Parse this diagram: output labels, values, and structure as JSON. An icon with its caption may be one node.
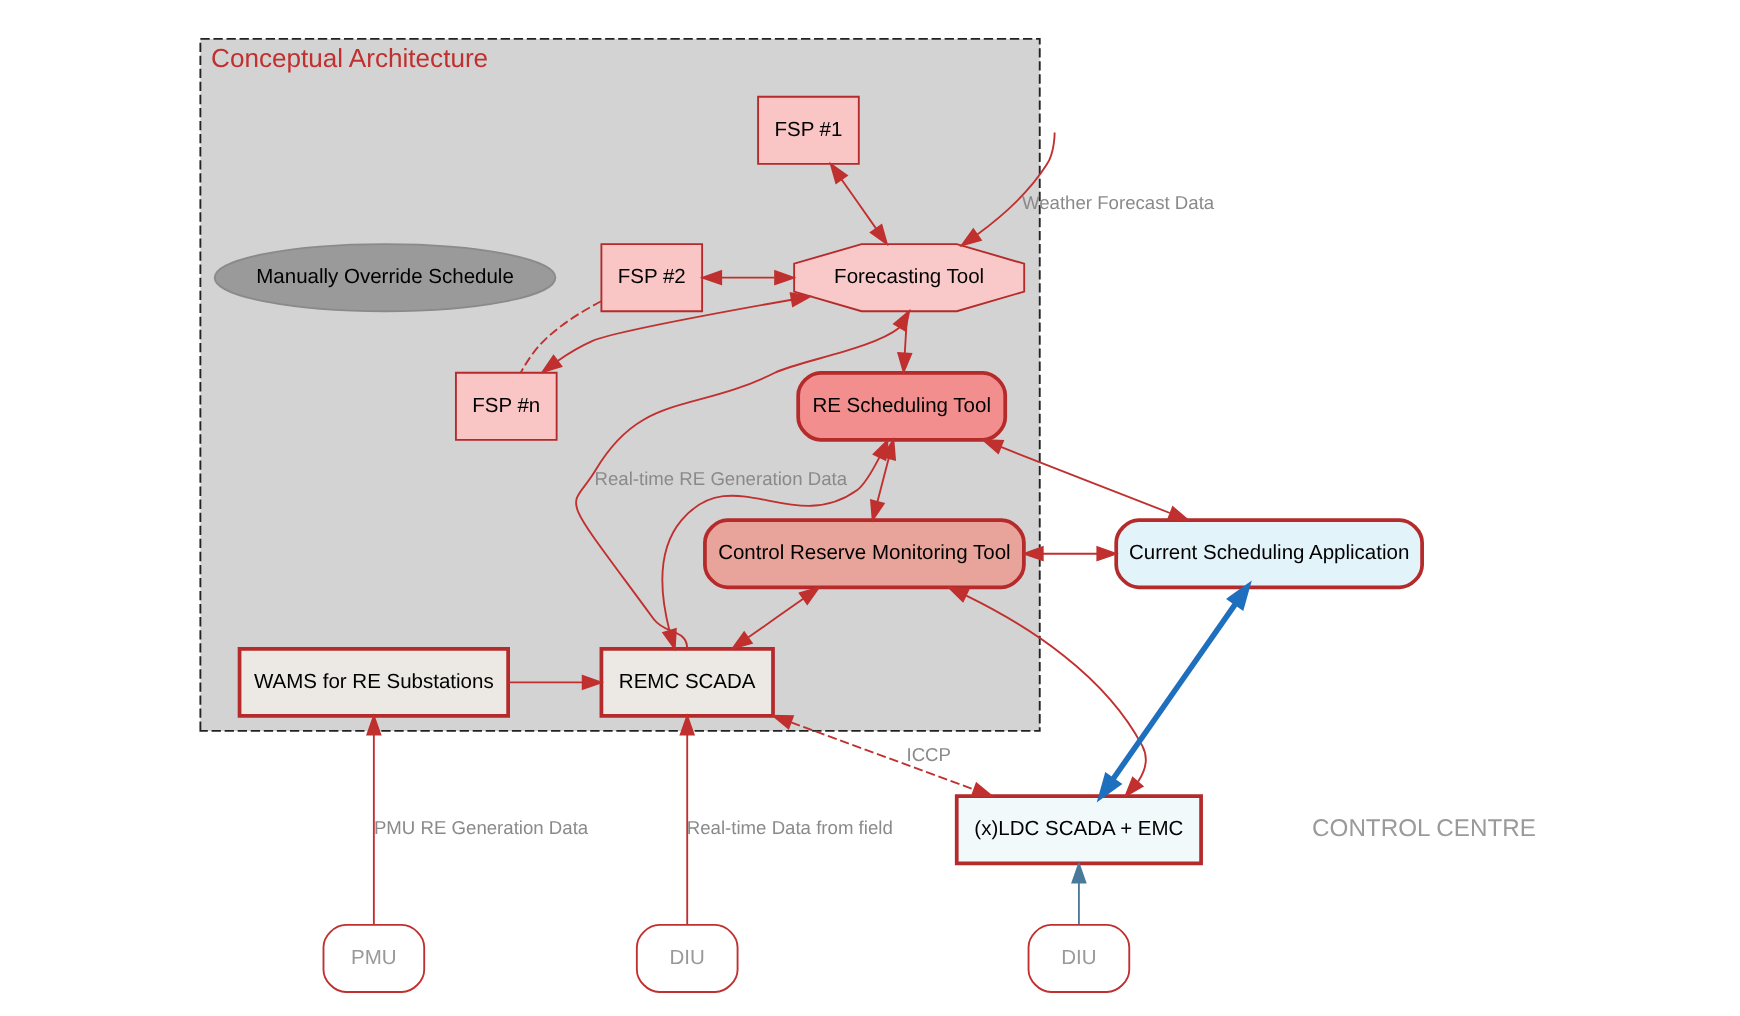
{
  "diagram": {
    "nodes": [
      {
        "text": [
          "Conceptual Architecture"
        ]
      },
      {
        "text": [
          "FSP #1"
        ],
        "in": 0
      },
      {
        "text": [
          "FSP #2"
        ],
        "in": 0
      },
      {
        "text": [
          "FSP #n"
        ],
        "in": 0
      },
      {
        "text": [
          "Forecasting Tool"
        ],
        "in": 0
      },
      {
        "text": [
          "Manually Override Schedule"
        ],
        "in": 0
      },
      {
        "text": [
          "RE Scheduling Tool"
        ],
        "in": 0
      },
      {
        "text": [
          "Control Reserve Monitoring Tool"
        ],
        "in": 0
      },
      {
        "text": [
          "WAMS for RE Substations"
        ],
        "in": 0
      },
      {
        "text": [
          "REMC SCADA"
        ],
        "in": 0
      },
      {
        "text": [
          "Current Scheduling Application"
        ]
      },
      {
        "text": [
          "(x)LDC SCADA + EMC"
        ]
      },
      {
        "text": [
          "PMU"
        ]
      },
      {
        "text": [
          "DIU"
        ]
      },
      {
        "text": [
          "DIU"
        ]
      }
    ],
    "edges": [
      {
        "from": null,
        "to": 4,
        "arrow": "to",
        "label": "Weather Forecast Data"
      },
      {
        "from": 4,
        "to": 1,
        "arrow": "both"
      },
      {
        "from": 4,
        "to": 2,
        "arrow": "both"
      },
      {
        "from": 4,
        "to": 3,
        "arrow": "both"
      },
      {
        "from": 2,
        "to": 3,
        "arrow": "none",
        "style": "dashed"
      },
      {
        "from": 4,
        "to": 6,
        "arrow": "to"
      },
      {
        "from": 9,
        "to": 4,
        "arrow": "to",
        "label": "Real-time RE Generation Data"
      },
      {
        "from": 6,
        "to": 10,
        "arrow": "both"
      },
      {
        "from": 6,
        "to": 9,
        "arrow": "both"
      },
      {
        "from": 6,
        "to": 7,
        "arrow": "both"
      },
      {
        "from": 10,
        "to": 7,
        "arrow": "both"
      },
      {
        "from": 7,
        "to": 9,
        "arrow": "both"
      },
      {
        "from": 7,
        "to": 11,
        "arrow": "both"
      },
      {
        "from": 10,
        "to": 11,
        "arrow": "both",
        "style": "thick",
        "color": "#1f6fbf"
      },
      {
        "from": 8,
        "to": 9,
        "arrow": "to"
      },
      {
        "from": 9,
        "to": 11,
        "arrow": "both",
        "label": "ICCP",
        "style": "dashed"
      },
      {
        "from": 12,
        "to": 8,
        "arrow": "to",
        "label": "PMU RE Generation Data"
      },
      {
        "from": 13,
        "to": 9,
        "arrow": "to",
        "label": "Real-time Data from field"
      },
      {
        "from": 14,
        "to": 11,
        "arrow": "to",
        "color": "#4a7a9a"
      }
    ],
    "labels": [
      "CONTROL CENTRE"
    ]
  }
}
